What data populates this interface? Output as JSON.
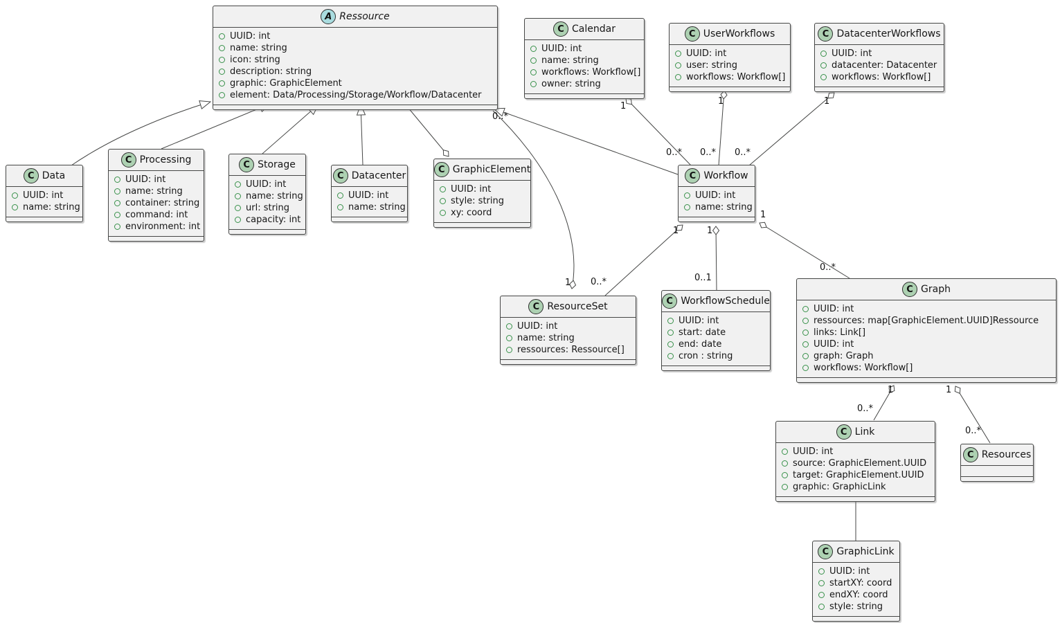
{
  "diagram": {
    "kind": "uml-class-diagram"
  },
  "colors": {
    "box_background": "#F1F1F1",
    "box_border": "#454645",
    "class_spot": "#ADD1B2",
    "abstract_spot": "#A9DCDF",
    "field_dot": "#38914A"
  },
  "classes": {
    "ressource": {
      "stereotype": "A",
      "name": "Ressource",
      "attrs": [
        "UUID: int",
        "name: string",
        "icon: string",
        "description: string",
        "graphic: GraphicElement",
        "element: Data/Processing/Storage/Workflow/Datacenter"
      ]
    },
    "calendar": {
      "stereotype": "C",
      "name": "Calendar",
      "attrs": [
        "UUID: int",
        "name: string",
        "workflows: Workflow[]",
        "owner: string"
      ]
    },
    "userworkflows": {
      "stereotype": "C",
      "name": "UserWorkflows",
      "attrs": [
        "UUID: int",
        "user: string",
        "workflows: Workflow[]"
      ]
    },
    "datacenterworkflows": {
      "stereotype": "C",
      "name": "DatacenterWorkflows",
      "attrs": [
        "UUID: int",
        "datacenter: Datacenter",
        "workflows: Workflow[]"
      ]
    },
    "data": {
      "stereotype": "C",
      "name": "Data",
      "attrs": [
        "UUID: int",
        "name: string"
      ]
    },
    "processing": {
      "stereotype": "C",
      "name": "Processing",
      "attrs": [
        "UUID: int",
        "name: string",
        "container: string",
        "command: int",
        "environment: int"
      ]
    },
    "storage": {
      "stereotype": "C",
      "name": "Storage",
      "attrs": [
        "UUID: int",
        "name: string",
        "url: string",
        "capacity: int"
      ]
    },
    "datacenter": {
      "stereotype": "C",
      "name": "Datacenter",
      "attrs": [
        "UUID: int",
        "name: string"
      ]
    },
    "graphicelement": {
      "stereotype": "C",
      "name": "GraphicElement",
      "attrs": [
        "UUID: int",
        "style: string",
        "xy: coord"
      ]
    },
    "workflow": {
      "stereotype": "C",
      "name": "Workflow",
      "attrs": [
        "UUID: int",
        "name: string"
      ]
    },
    "resourceset": {
      "stereotype": "C",
      "name": "ResourceSet",
      "attrs": [
        "UUID: int",
        "name: string",
        "ressources: Ressource[]"
      ]
    },
    "workflowschedule": {
      "stereotype": "C",
      "name": "WorkflowSchedule",
      "attrs": [
        "UUID: int",
        "start: date",
        "end: date",
        "cron : string"
      ]
    },
    "graph": {
      "stereotype": "C",
      "name": "Graph",
      "attrs": [
        "UUID: int",
        "ressources: map[GraphicElement.UUID]Ressource",
        "links: Link[]",
        "UUID: int",
        "graph: Graph",
        "workflows: Workflow[]"
      ]
    },
    "link": {
      "stereotype": "C",
      "name": "Link",
      "attrs": [
        "UUID: int",
        "source: GraphicElement.UUID",
        "target: GraphicElement.UUID",
        "graphic: GraphicLink"
      ]
    },
    "resources": {
      "stereotype": "C",
      "name": "Resources",
      "attrs": []
    },
    "graphiclink": {
      "stereotype": "C",
      "name": "GraphicLink",
      "attrs": [
        "UUID: int",
        "startXY: coord",
        "endXY: coord",
        "style: string"
      ]
    }
  },
  "edges": [
    {
      "from": "Data",
      "to": "Ressource",
      "type": "extends"
    },
    {
      "from": "Processing",
      "to": "Ressource",
      "type": "extends"
    },
    {
      "from": "Storage",
      "to": "Ressource",
      "type": "extends"
    },
    {
      "from": "Datacenter",
      "to": "Ressource",
      "type": "extends"
    },
    {
      "from": "Workflow",
      "to": "Ressource",
      "type": "extends"
    },
    {
      "from": "Ressource",
      "to": "GraphicElement",
      "type": "aggregation",
      "diamond_at": "GraphicElement"
    },
    {
      "from": "Ressource",
      "to": "ResourceSet",
      "type": "aggregation",
      "diamond_at": "ResourceSet"
    },
    {
      "from": "Workflow",
      "to": "ResourceSet",
      "type": "aggregation",
      "diamond_at": "Workflow"
    },
    {
      "from": "Workflow",
      "to": "WorkflowSchedule",
      "type": "aggregation",
      "diamond_at": "Workflow"
    },
    {
      "from": "Workflow",
      "to": "Graph",
      "type": "aggregation",
      "diamond_at": "Workflow"
    },
    {
      "from": "Calendar",
      "to": "Workflow",
      "type": "aggregation",
      "diamond_at": "Calendar"
    },
    {
      "from": "UserWorkflows",
      "to": "Workflow",
      "type": "aggregation",
      "diamond_at": "UserWorkflows"
    },
    {
      "from": "DatacenterWorkflows",
      "to": "Workflow",
      "type": "aggregation",
      "diamond_at": "DatacenterWorkflows"
    },
    {
      "from": "Graph",
      "to": "Link",
      "type": "aggregation",
      "diamond_at": "Graph"
    },
    {
      "from": "Graph",
      "to": "Resources",
      "type": "aggregation",
      "diamond_at": "Graph"
    },
    {
      "from": "Link",
      "to": "GraphicLink",
      "type": "association"
    }
  ],
  "multiplicities": [
    {
      "text": "1",
      "near": "calendar-diamond"
    },
    {
      "text": "0..*",
      "near": "workflow-end-of-calendar-edge"
    },
    {
      "text": "1",
      "near": "userworkflows-diamond"
    },
    {
      "text": "0..*",
      "near": "workflow-end-of-userworkflows-edge"
    },
    {
      "text": "1",
      "near": "datacenterworkflows-diamond"
    },
    {
      "text": "0..*",
      "near": "workflow-end-of-datacenterworkflows-edge"
    },
    {
      "text": "0..*",
      "near": "ressource-end-of-resourceset-edge"
    },
    {
      "text": "1",
      "near": "resourceset-diamond"
    },
    {
      "text": "0..*",
      "near": "resourceset-end-of-workflow-edge"
    },
    {
      "text": "1",
      "near": "workflow-diamond-to-resourceset"
    },
    {
      "text": "1",
      "near": "workflow-diamond-to-schedule"
    },
    {
      "text": "0..1",
      "near": "workflowschedule-end"
    },
    {
      "text": "1",
      "near": "workflow-diamond-to-graph"
    },
    {
      "text": "0..*",
      "near": "graph-end-of-workflow-edge"
    },
    {
      "text": "1",
      "near": "graph-diamond-to-link"
    },
    {
      "text": "0..*",
      "near": "link-end"
    },
    {
      "text": "1",
      "near": "graph-diamond-to-resources"
    },
    {
      "text": "0..*",
      "near": "resources-end"
    }
  ]
}
